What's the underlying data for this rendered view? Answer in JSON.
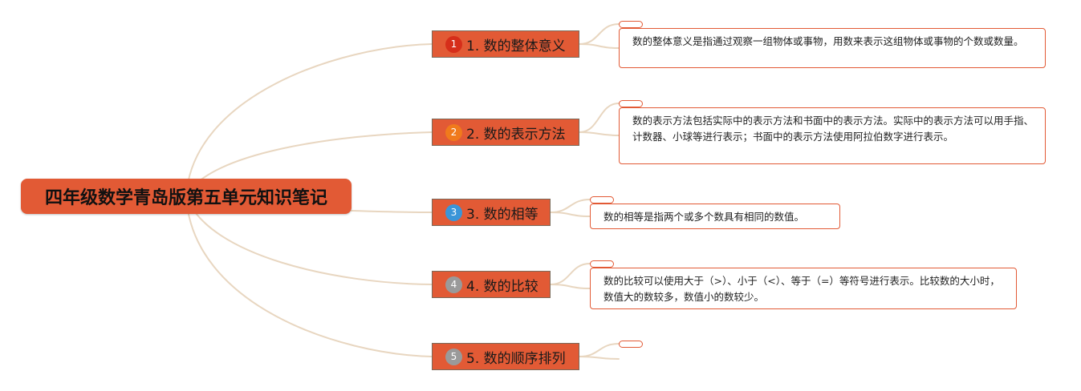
{
  "root": {
    "title": "四年级数学青岛版第五单元知识笔记"
  },
  "colors": {
    "accent": "#e25a35",
    "link": "#e8d6c0",
    "icon_red": "#d62e1a",
    "icon_orange": "#f07a1c",
    "icon_blue": "#3a95d8",
    "icon_gray": "#9a9a9a"
  },
  "topics": [
    {
      "label": "1. 数的整体意义",
      "icon": "number-1-icon",
      "icon_text": "1",
      "icon_color": "#d62e1a",
      "note": "数的整体意义是指通过观察一组物体或事物，用数来表示这组物体或事物的个数或数量。"
    },
    {
      "label": "2. 数的表示方法",
      "icon": "number-2-icon",
      "icon_text": "2",
      "icon_color": "#f07a1c",
      "note": "数的表示方法包括实际中的表示方法和书面中的表示方法。实际中的表示方法可以用手指、计数器、小球等进行表示；书面中的表示方法使用阿拉伯数字进行表示。"
    },
    {
      "label": "3. 数的相等",
      "icon": "number-3-icon",
      "icon_text": "3",
      "icon_color": "#3a95d8",
      "note": "数的相等是指两个或多个数具有相同的数值。"
    },
    {
      "label": "4. 数的比较",
      "icon": "number-4-icon",
      "icon_text": "4",
      "icon_color": "#9a9a9a",
      "note": "数的比较可以使用大于（>）、小于（<）、等于（=）等符号进行表示。比较数的大小时，数值大的数较多，数值小的数较少。"
    },
    {
      "label": "5. 数的顺序排列",
      "icon": "number-5-icon",
      "icon_text": "5",
      "icon_color": "#9a9a9a",
      "note": ""
    }
  ]
}
